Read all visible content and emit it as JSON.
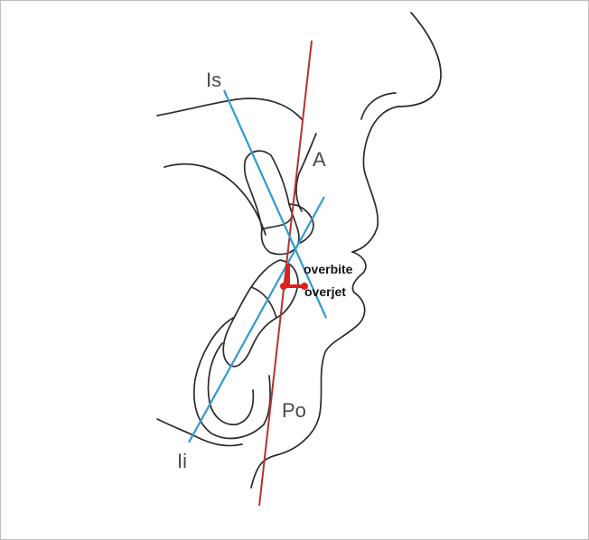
{
  "labels": {
    "is": "Is",
    "a": "A",
    "overbite": "overbite",
    "overjet": "overjet",
    "po": "Po",
    "ii": "Ii"
  },
  "colors": {
    "outline": "#2b2b2b",
    "incisor_axis": "#2f9bd0",
    "facial_line": "#b5332e",
    "measure": "#e02020"
  }
}
